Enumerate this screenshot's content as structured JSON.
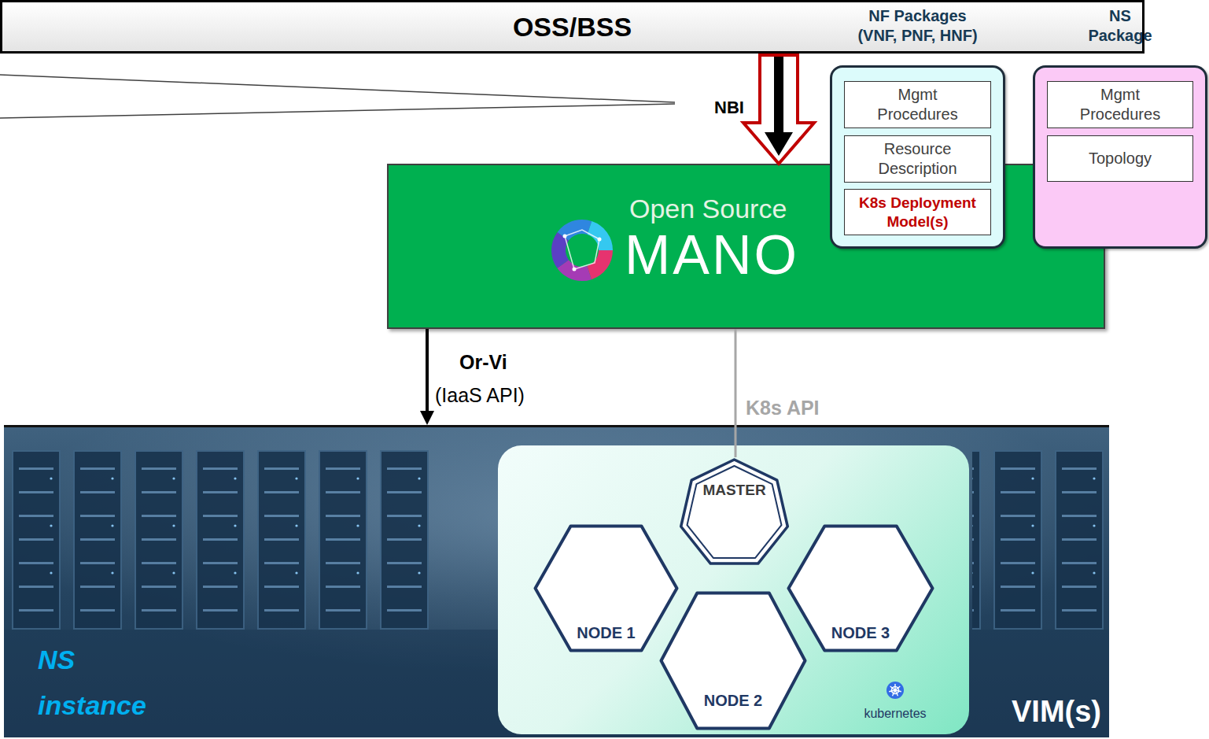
{
  "diagram": {
    "nodes": [
      {
        "text": [
          "OSS/BSS"
        ]
      },
      {
        "text": [
          "NF Packages (VNF, PNF, HNF)"
        ]
      },
      {
        "text": [
          "Mgmt Procedures"
        ],
        "in": 1
      },
      {
        "text": [
          "Resource Description"
        ],
        "in": 1
      },
      {
        "text": [
          "K8s Deployment Model(s)"
        ],
        "in": 1
      },
      {
        "text": [
          "NS Package"
        ]
      },
      {
        "text": [
          "Mgmt Procedures"
        ],
        "in": 5
      },
      {
        "text": [
          "Topology"
        ],
        "in": 5
      },
      {
        "text": [
          "Open Source",
          "MANO"
        ]
      },
      {
        "text": [
          "NS instance",
          "VIM(s)"
        ]
      },
      {
        "text": [
          "kubernetes"
        ],
        "in": 9
      },
      {
        "text": [
          "MASTER"
        ],
        "in": 10
      },
      {
        "text": [
          "NODE 1"
        ],
        "in": 10
      },
      {
        "text": [
          "NODE 2"
        ],
        "in": 10
      },
      {
        "text": [
          "NODE 3"
        ],
        "in": 10
      }
    ],
    "edges": [
      {
        "from": 0,
        "to": 8,
        "arrow": "to",
        "label": "NBI"
      },
      {
        "from": 8,
        "to": 9,
        "arrow": "to",
        "label": "Or-Vi"
      },
      {
        "from": 8,
        "to": 11,
        "arrow": "none",
        "label": "K8s API"
      }
    ],
    "labels": [
      "(IaaS API)"
    ]
  }
}
